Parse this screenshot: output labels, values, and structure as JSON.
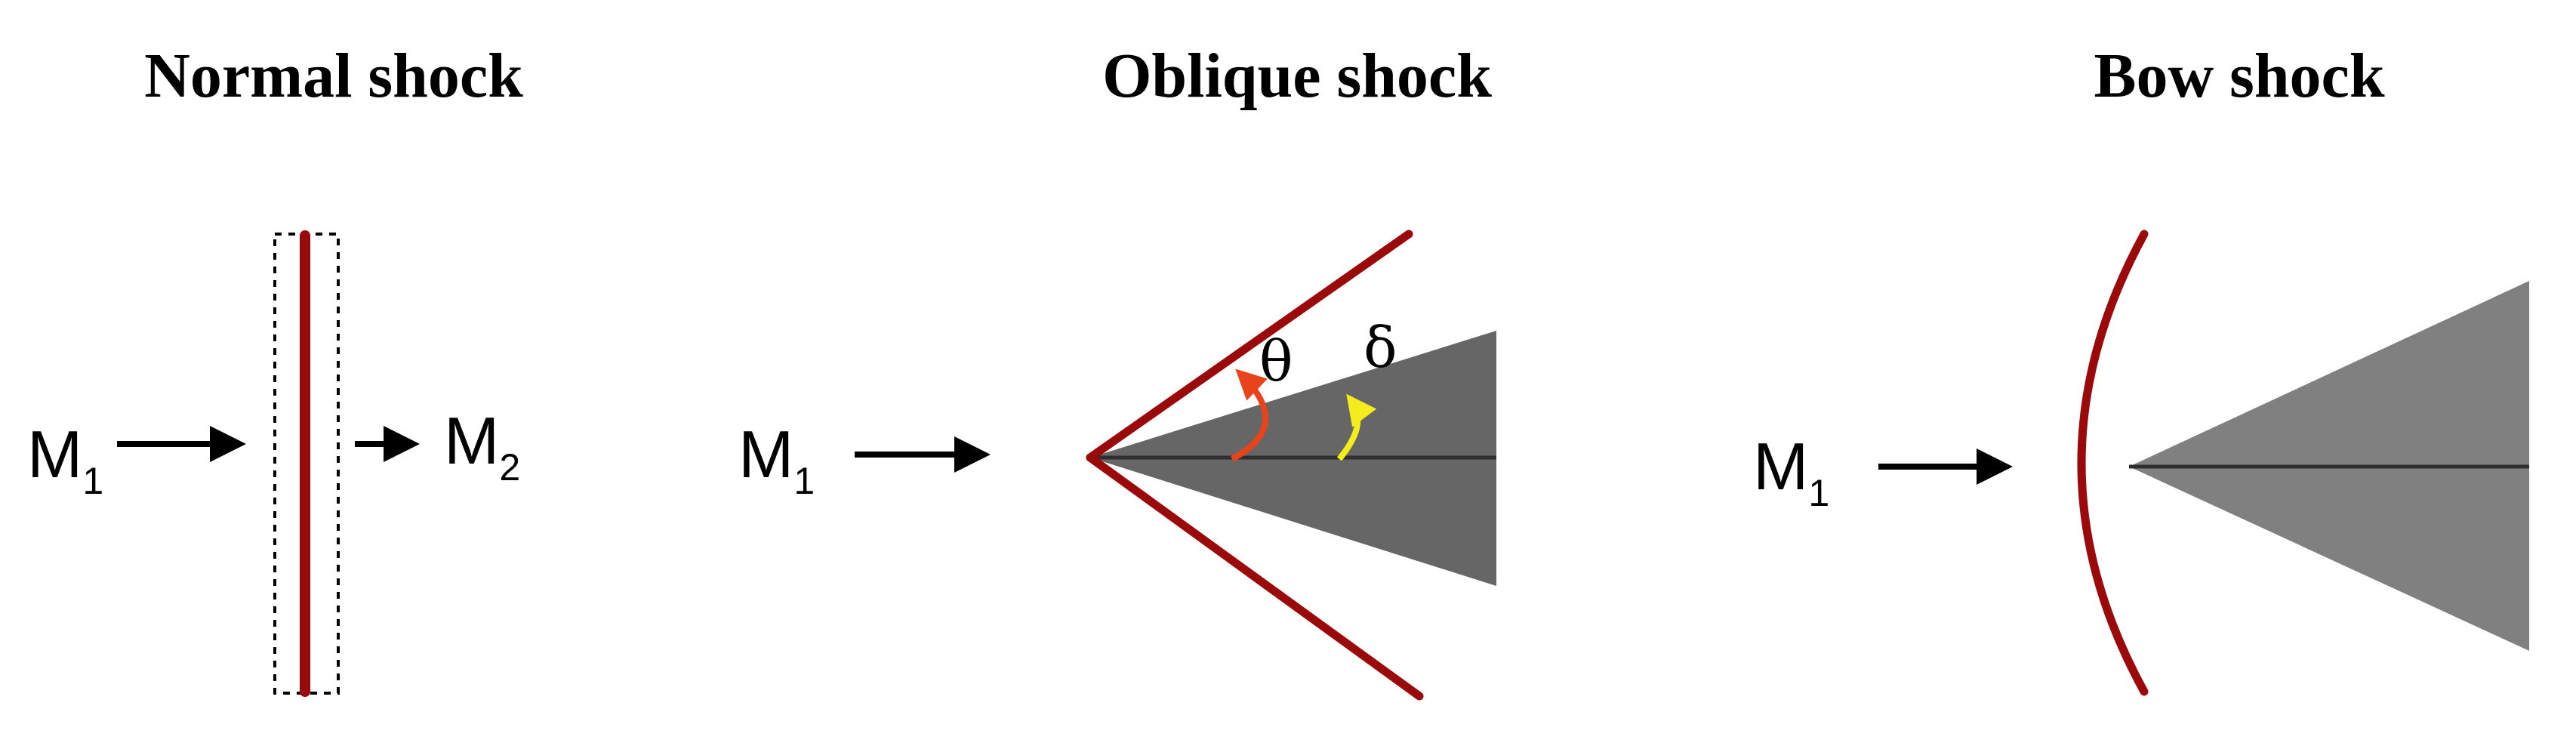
{
  "panels": {
    "normal": {
      "title": "Normal shock",
      "upstream": {
        "symbol": "M",
        "subscript": "1"
      },
      "downstream": {
        "symbol": "M",
        "subscript": "2"
      }
    },
    "oblique": {
      "title": "Oblique shock",
      "upstream": {
        "symbol": "M",
        "subscript": "1"
      },
      "shock_angle_symbol": "θ",
      "deflection_angle_symbol": "δ"
    },
    "bow": {
      "title": "Bow shock",
      "upstream": {
        "symbol": "M",
        "subscript": "1"
      }
    }
  },
  "colors": {
    "shock": "#9b0a0a",
    "arrow": "#000000",
    "wedge_oblique": "#666666",
    "wedge_bow": "#808080",
    "centerline": "#2f2f2f",
    "shock_angle_arrow": "#e8431a",
    "deflection_angle_arrow": "#f4ec1c"
  }
}
